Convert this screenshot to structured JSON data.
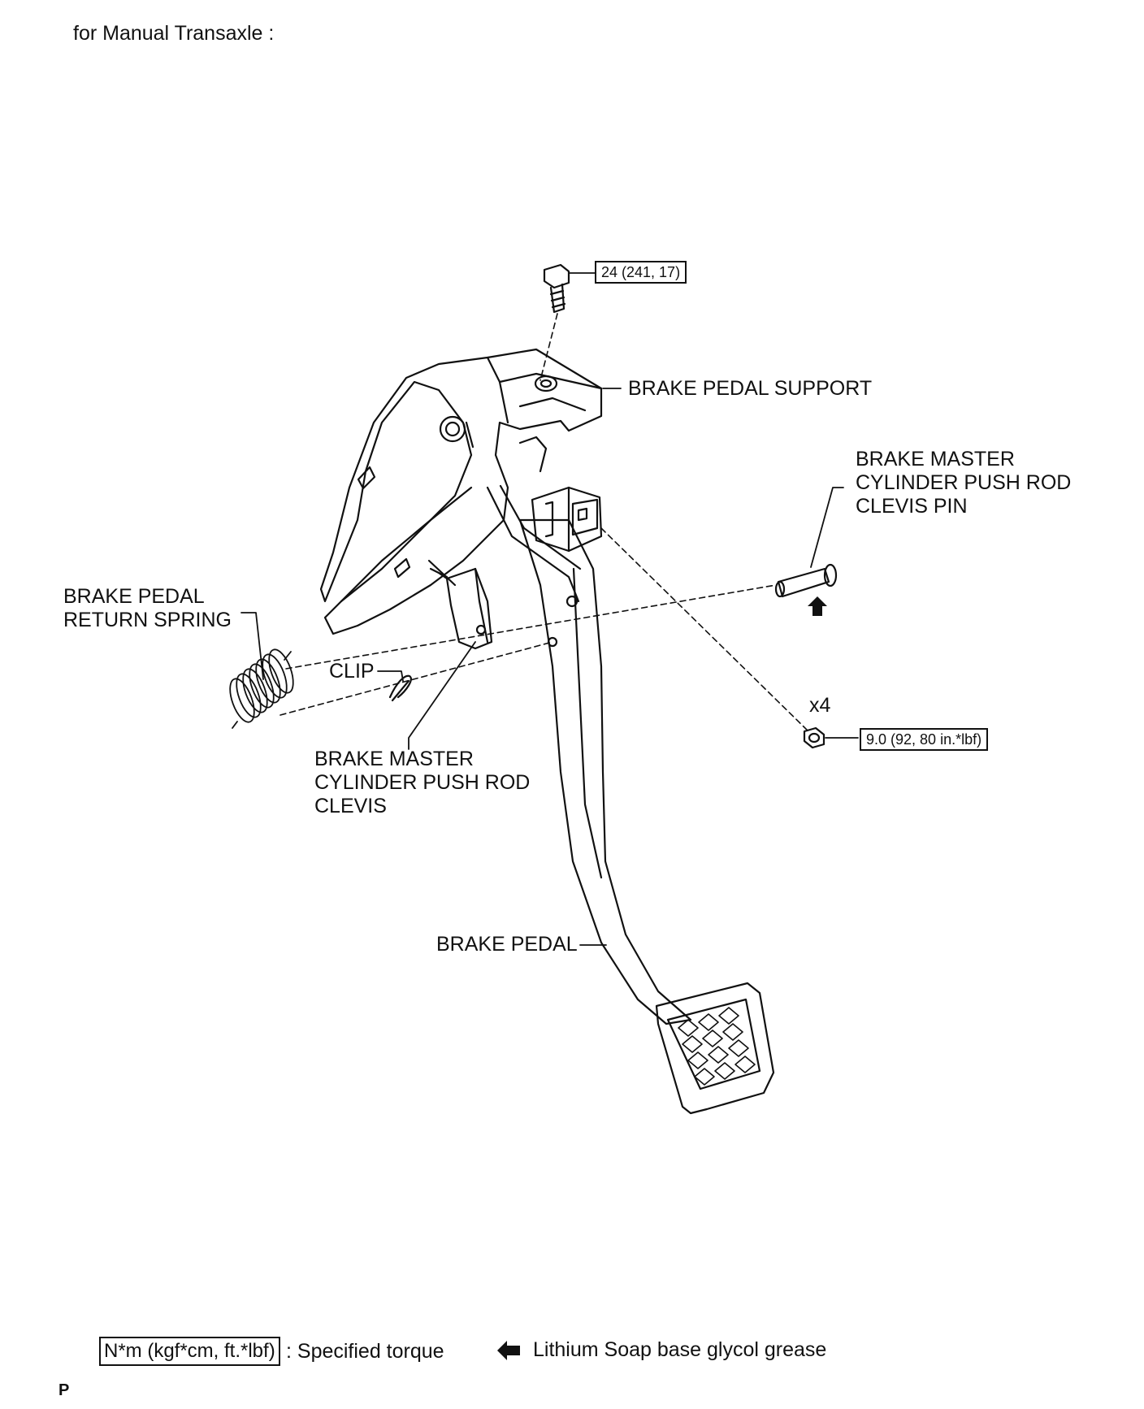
{
  "header": {
    "title": "for Manual  Transaxle :"
  },
  "labels": {
    "brake_pedal_support": "BRAKE PEDAL SUPPORT",
    "push_rod_clevis_pin": "BRAKE MASTER\nCYLINDER PUSH ROD\nCLEVIS PIN",
    "return_spring": "BRAKE PEDAL\nRETURN SPRING",
    "clip": "CLIP",
    "push_rod_clevis": "BRAKE MASTER\nCYLINDER PUSH ROD\nCLEVIS",
    "brake_pedal": "BRAKE PEDAL",
    "nut_quantity": "x4"
  },
  "torques": {
    "bolt": "24 (241, 17)",
    "nut": "9.0 (92, 80 in.*lbf)"
  },
  "legend": {
    "torque_unit": "N*m (kgf*cm, ft.*lbf)",
    "torque_desc": ": Specified torque",
    "grease_desc": "Lithium Soap base glycol grease"
  },
  "footer": {
    "code": "P"
  },
  "colors": {
    "ink": "#111111",
    "paper": "#ffffff"
  },
  "icons": {
    "grease": "grease-arrow-icon"
  }
}
